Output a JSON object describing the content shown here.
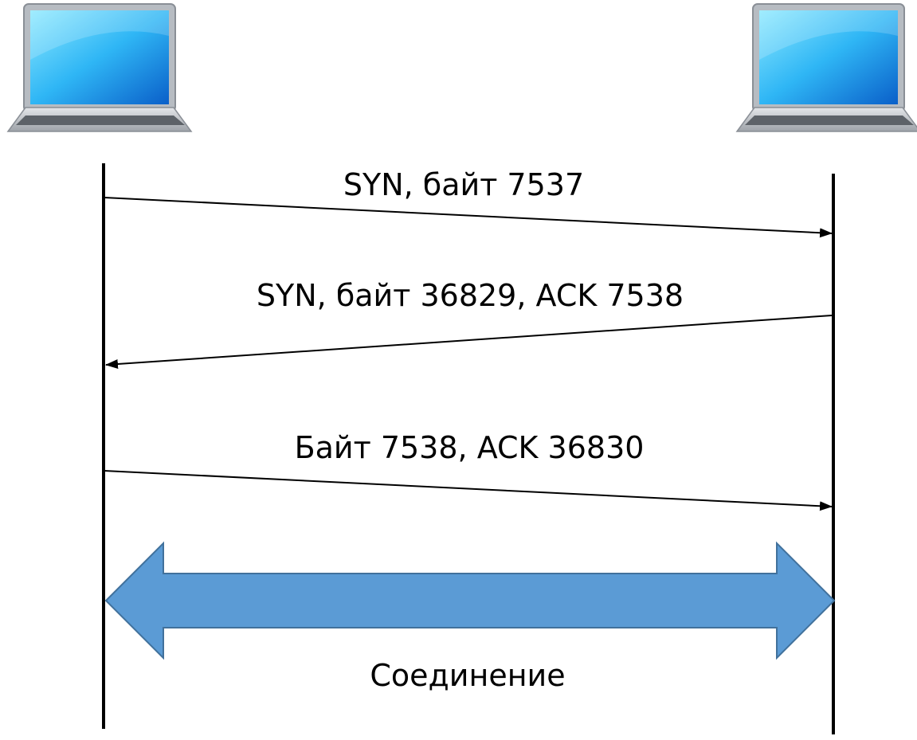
{
  "diagram": {
    "hosts": [
      {
        "name": "left-host",
        "icon": "laptop-icon"
      },
      {
        "name": "right-host",
        "icon": "laptop-icon"
      }
    ],
    "messages": [
      {
        "text": "SYN, байт 7537",
        "direction": "left-to-right"
      },
      {
        "text": "SYN, байт 36829, ACK 7538",
        "direction": "right-to-left"
      },
      {
        "text": "Байт 7538, ACK 36830",
        "direction": "left-to-right"
      }
    ],
    "connection_label": "Соединение",
    "colors": {
      "line": "#000000",
      "connection_fill": "#5b9bd5",
      "connection_stroke": "#41719c",
      "screen_light": "#7fe3ff",
      "screen_dark": "#0a6fd6",
      "laptop_body": "#c9ccd0"
    }
  }
}
